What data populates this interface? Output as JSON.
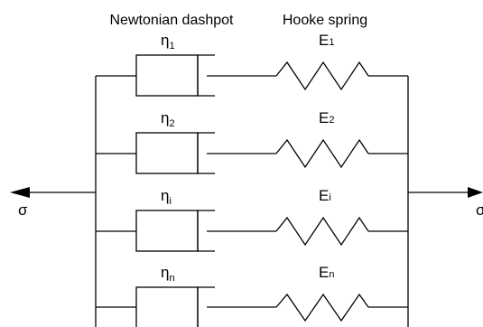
{
  "headers": {
    "dashpot": "Newtonian dashpot",
    "spring": "Hooke spring"
  },
  "stress_symbol": "σ",
  "branches": [
    {
      "dashpot_symbol": "η",
      "dashpot_subscript": "1",
      "spring_symbol": "E",
      "spring_subscript": "1"
    },
    {
      "dashpot_symbol": "η",
      "dashpot_subscript": "2",
      "spring_symbol": "E",
      "spring_subscript": "2"
    },
    {
      "dashpot_symbol": "η",
      "dashpot_subscript": "i",
      "spring_symbol": "E",
      "spring_subscript": "i"
    },
    {
      "dashpot_symbol": "η",
      "dashpot_subscript": "n",
      "spring_symbol": "E",
      "spring_subscript": "n"
    }
  ]
}
